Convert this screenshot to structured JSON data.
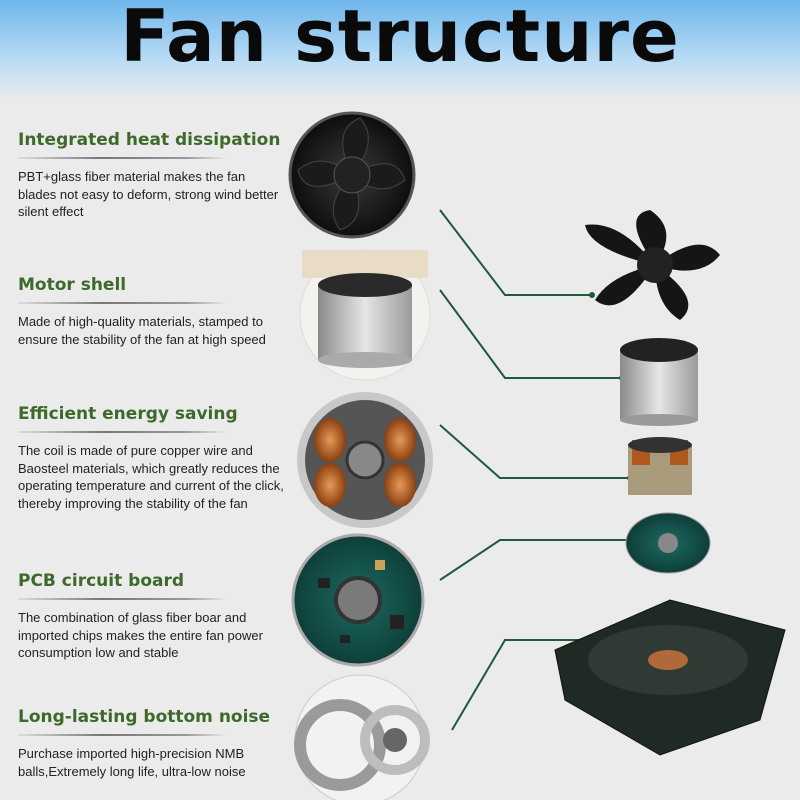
{
  "title": "Fan structure",
  "features": [
    {
      "heading": "Integrated heat dissipation",
      "text": "PBT+glass fiber material makes the fan blades not easy to deform, strong wind better silent effect"
    },
    {
      "heading": "Motor shell",
      "text": "Made of high-quality materials, stamped to ensure the stability of the fan at high speed"
    },
    {
      "heading": "Efficient energy saving",
      "text": "The coil is made of pure copper wire and Baosteel materials, which greatly reduces the operating temperature and current of the click, thereby improving the stability of the fan"
    },
    {
      "heading": "PCB circuit board",
      "text": "The combination of glass fiber boar and imported chips makes the entire fan power consumption low and stable"
    },
    {
      "heading": "Long-lasting bottom noise",
      "text": "Purchase imported high-precision NMB balls,Extremely long life, ultra-low noise"
    }
  ],
  "colors": {
    "heading": "#3d6a2a",
    "connector": "#1f5a3a",
    "header_top": "#6fb6ec"
  }
}
